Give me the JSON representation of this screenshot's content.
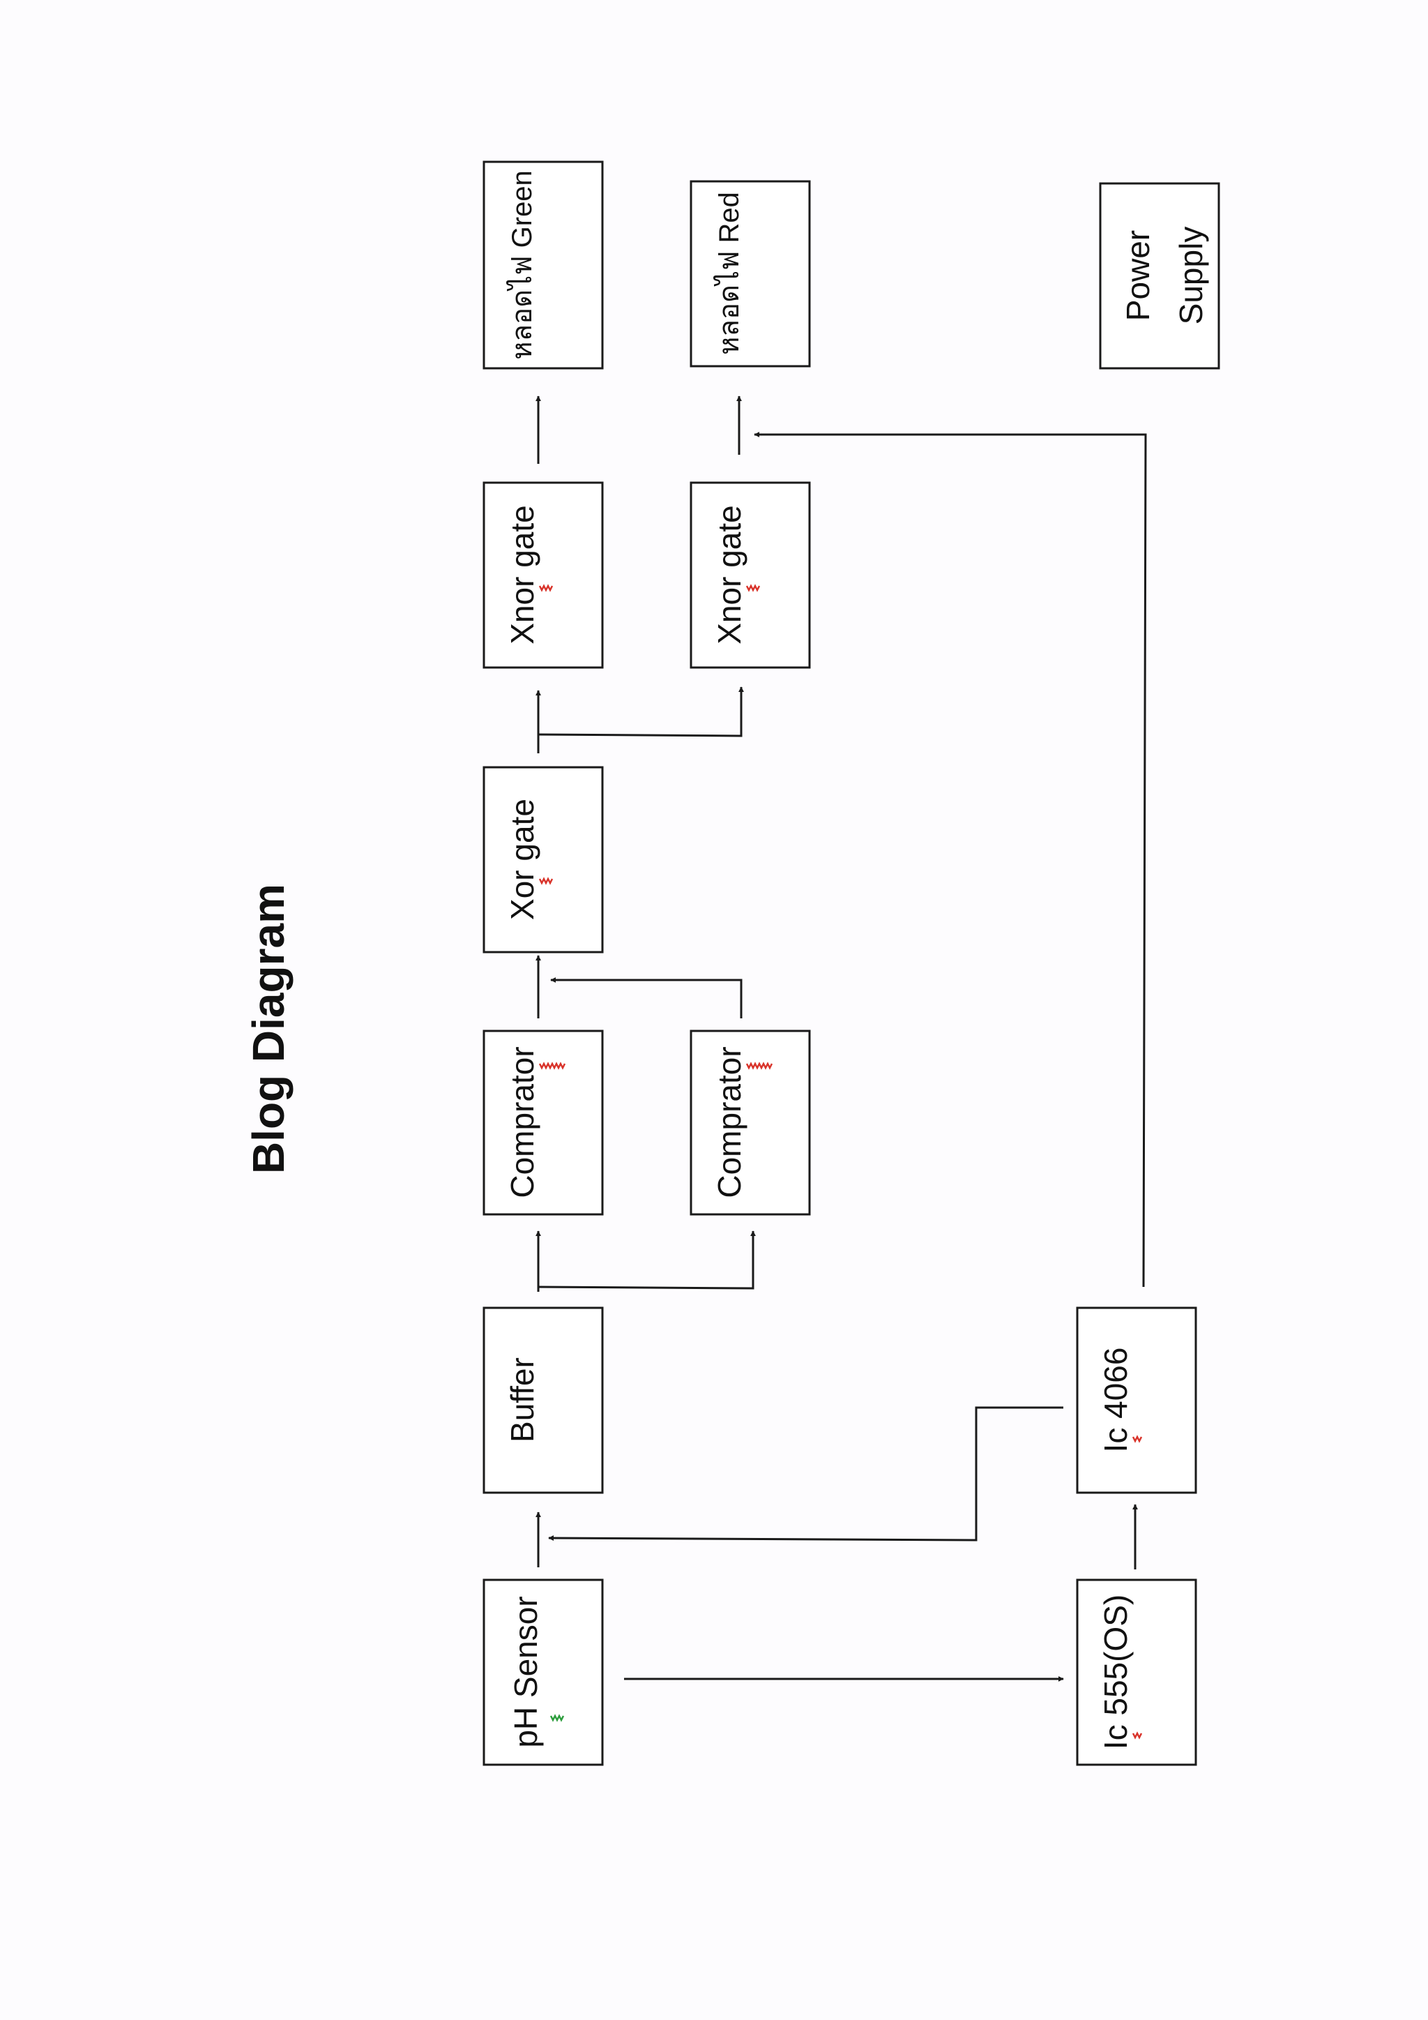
{
  "title": "Blog Diagram",
  "blocks": {
    "ph_sensor": "pH  Sensor",
    "buffer": "Buffer",
    "comparator_1": "Comprator",
    "comparator_2": "Comprator",
    "xor_gate": "Xor gate",
    "xnor_gate_1": "Xnor gate",
    "xnor_gate_2": "Xnor gate",
    "lamp_green": "หลอดไฟ Green",
    "lamp_red": "หลอดไฟ Red",
    "ic_555": "Ic  555(OS)",
    "ic_4066": "Ic 4066",
    "power_supply_line1": "Power",
    "power_supply_line2": "Supply"
  },
  "colors": {
    "stroke": "#1a1a1a",
    "spellcheck_underline": "#d9342b",
    "grammar_underline": "#2e9e3e"
  }
}
